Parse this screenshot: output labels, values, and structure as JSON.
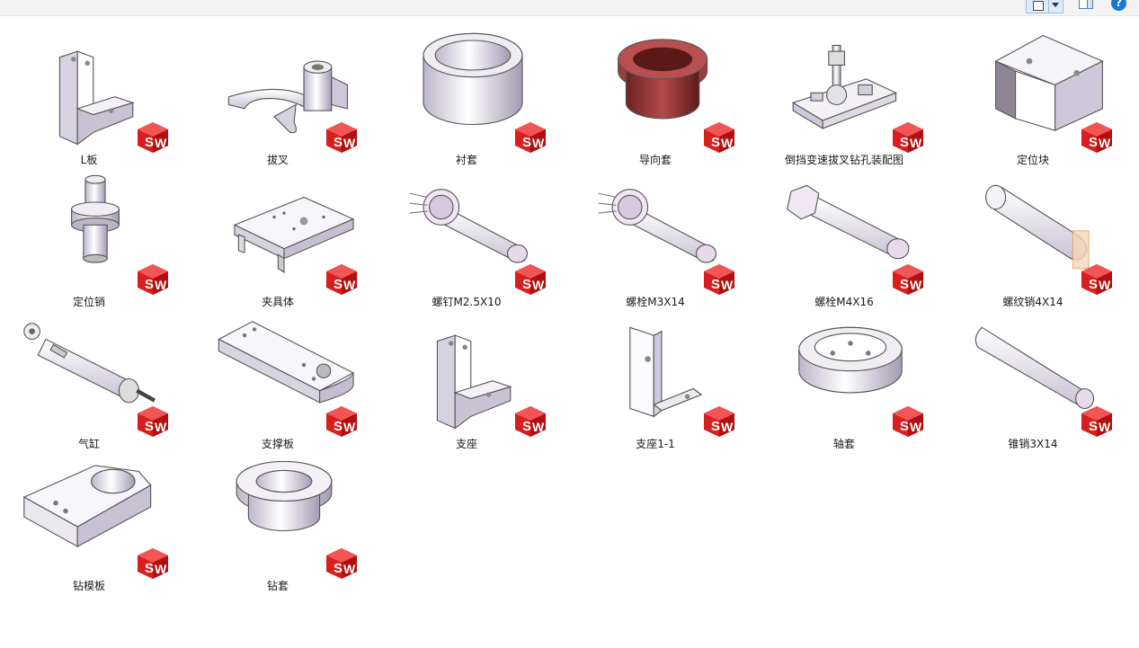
{
  "toolbar": {
    "view_icon": "large-icons-view-icon",
    "pane_icon": "preview-pane-icon",
    "help_label": "?"
  },
  "sw_badge": {
    "text": "SW",
    "color": "#e02020"
  },
  "files": [
    {
      "name": "L板",
      "kind": "lplate"
    },
    {
      "name": "拔叉",
      "kind": "fork"
    },
    {
      "name": "衬套",
      "kind": "bushing"
    },
    {
      "name": "导向套",
      "kind": "guide"
    },
    {
      "name": "倒挡变速拔叉钻孔装配图",
      "kind": "assembly"
    },
    {
      "name": "定位块",
      "kind": "block"
    },
    {
      "name": "定位销",
      "kind": "pin"
    },
    {
      "name": "夹具体",
      "kind": "body"
    },
    {
      "name": "螺钉M2.5X10",
      "kind": "screw"
    },
    {
      "name": "螺栓M3X14",
      "kind": "screw"
    },
    {
      "name": "螺栓M4X16",
      "kind": "bolt"
    },
    {
      "name": "螺纹销4X14",
      "kind": "threadpin"
    },
    {
      "name": "气缸",
      "kind": "cylinder"
    },
    {
      "name": "支撑板",
      "kind": "support"
    },
    {
      "name": "支座",
      "kind": "lplate"
    },
    {
      "name": "支座1-1",
      "kind": "bracket"
    },
    {
      "name": "轴套",
      "kind": "sleeve"
    },
    {
      "name": "锥销3X14",
      "kind": "taperpin"
    },
    {
      "name": "钻模板",
      "kind": "drillplate"
    },
    {
      "name": "钻套",
      "kind": "drillbush"
    }
  ]
}
